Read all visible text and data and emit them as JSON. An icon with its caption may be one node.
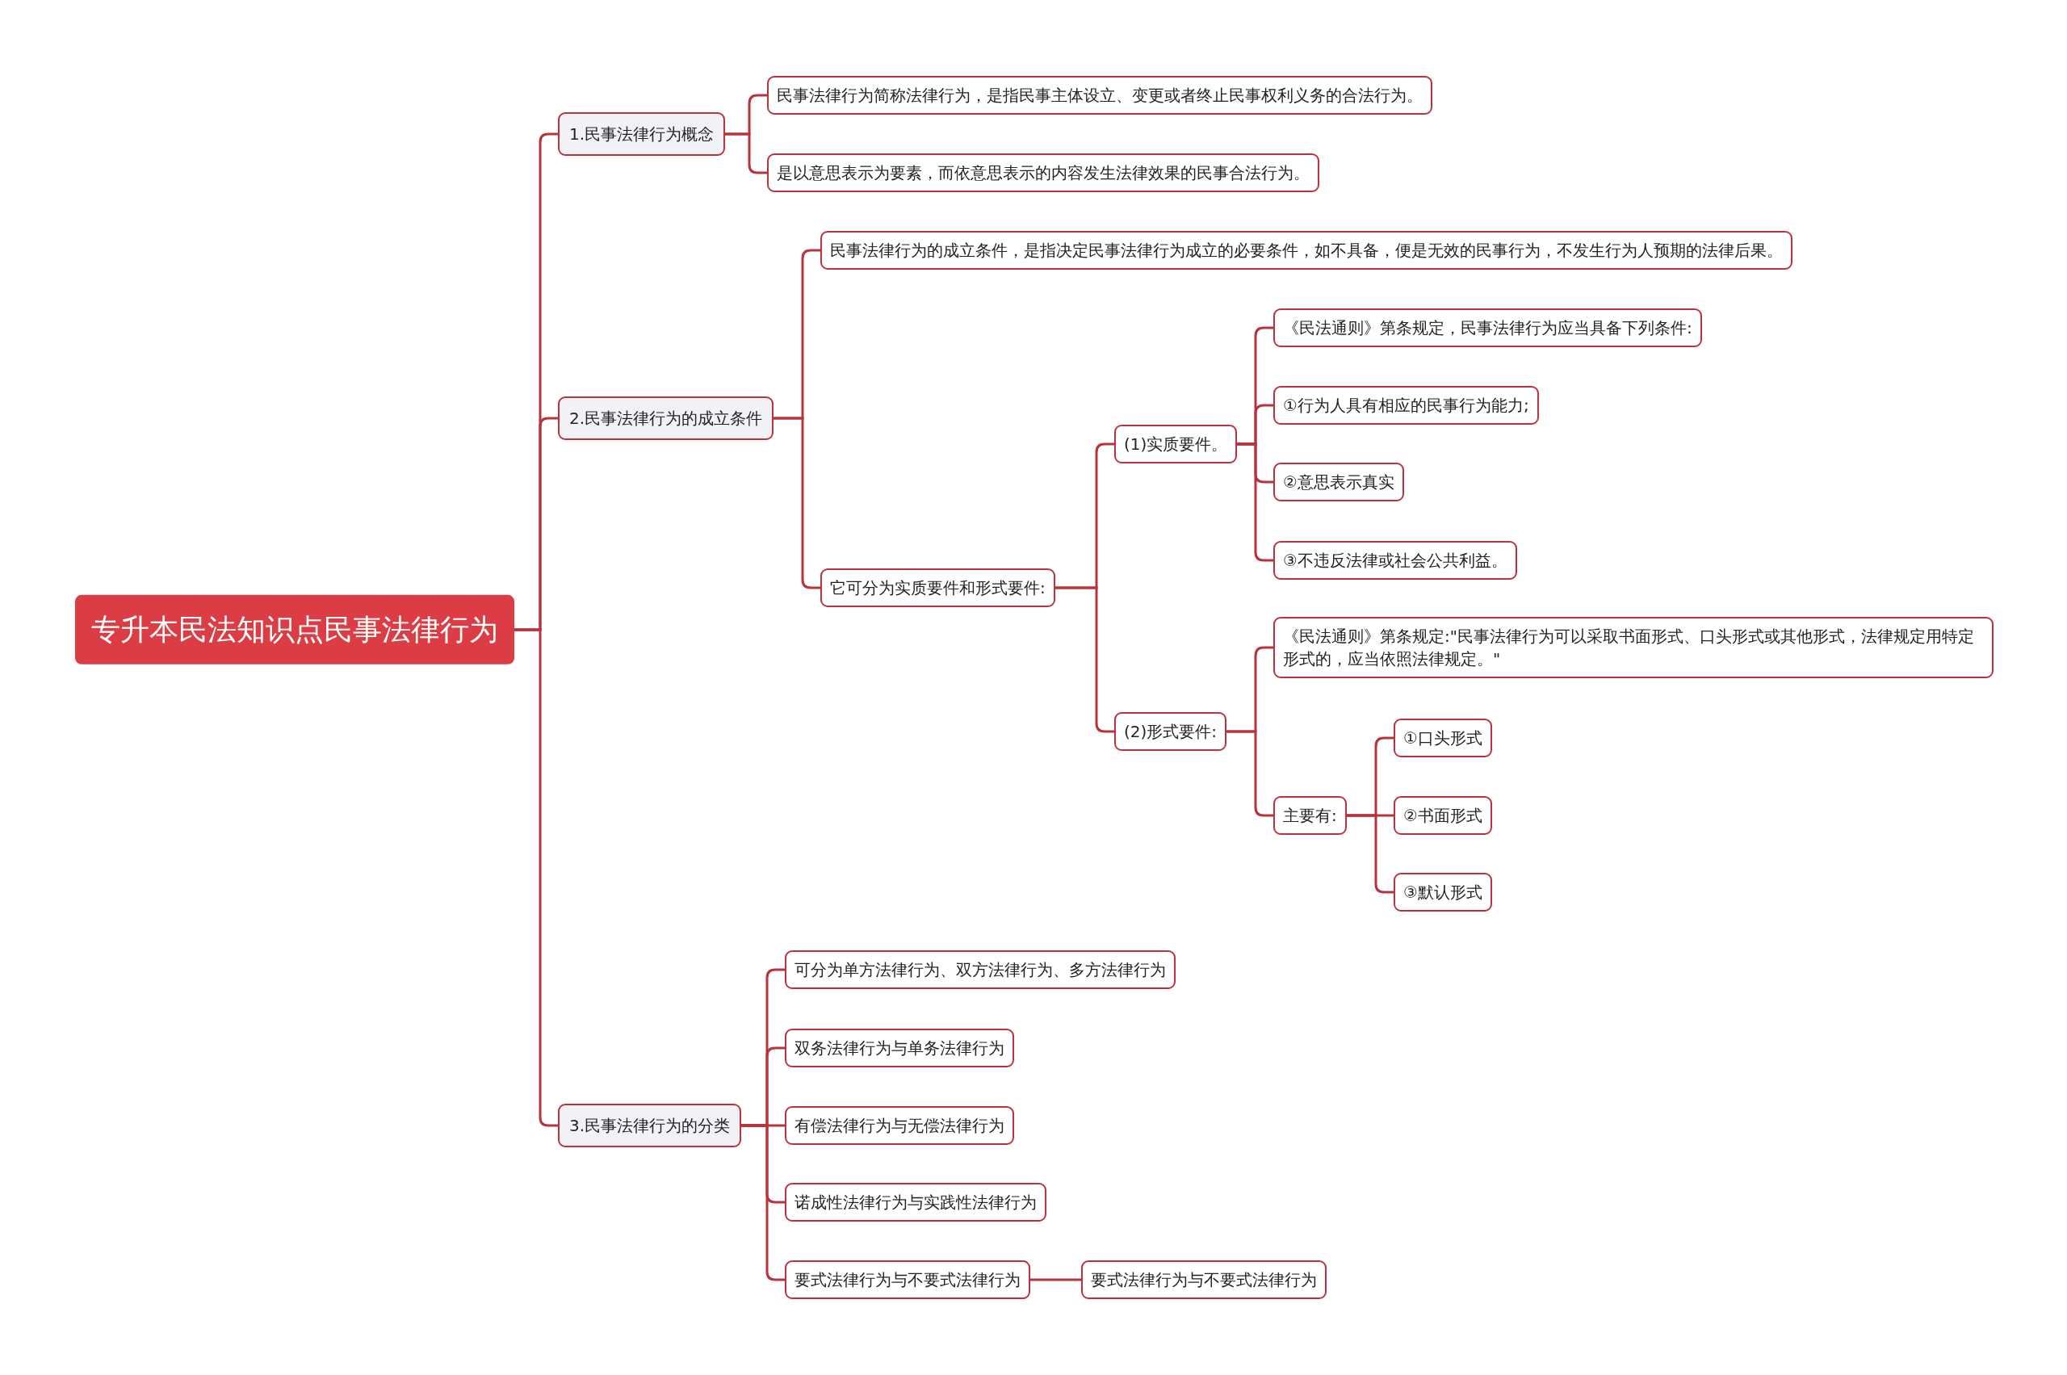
{
  "diagram": {
    "nodes": [
      {
        "text": [
          "专升本民法知识点民事法律行为"
        ]
      },
      {
        "text": [
          "1.民事法律行为概念"
        ]
      },
      {
        "text": [
          "民事法律行为简称法律行为，是指民事主体设立、变更或者终止民事权利义务的合法行为。"
        ]
      },
      {
        "text": [
          "是以意思表示为要素，而依意思表示的内容发生法律效果的民事合法行为。"
        ]
      },
      {
        "text": [
          "2.民事法律行为的成立条件"
        ]
      },
      {
        "text": [
          "民事法律行为的成立条件，是指决定民事法律行为成立的必要条件，如不具备，便是无效的民事行为，不发生行为人预期的法律后果。"
        ]
      },
      {
        "text": [
          "它可分为实质要件和形式要件:"
        ]
      },
      {
        "text": [
          "(1)实质要件。"
        ]
      },
      {
        "text": [
          "《民法通则》第条规定，民事法律行为应当具备下列条件:"
        ]
      },
      {
        "text": [
          "①行为人具有相应的民事行为能力;"
        ]
      },
      {
        "text": [
          "②意思表示真实"
        ]
      },
      {
        "text": [
          "③不违反法律或社会公共利益。"
        ]
      },
      {
        "text": [
          "(2)形式要件:"
        ]
      },
      {
        "text": [
          "《民法通则》第条规定:\"民事法律行为可以采取书面形式、口头形式或其他形式，法律规定用特定形式的，应当依照法律规定。\""
        ]
      },
      {
        "text": [
          "主要有:"
        ]
      },
      {
        "text": [
          "①口头形式"
        ]
      },
      {
        "text": [
          "②书面形式"
        ]
      },
      {
        "text": [
          "③默认形式"
        ]
      },
      {
        "text": [
          "3.民事法律行为的分类"
        ]
      },
      {
        "text": [
          "可分为单方法律行为、双方法律行为、多方法律行为"
        ]
      },
      {
        "text": [
          "双务法律行为与单务法律行为"
        ]
      },
      {
        "text": [
          "有偿法律行为与无偿法律行为"
        ]
      },
      {
        "text": [
          "诺成性法律行为与实践性法律行为"
        ]
      },
      {
        "text": [
          "要式法律行为与不要式法律行为"
        ]
      },
      {
        "text": [
          "要式法律行为与不要式法律行为"
        ]
      }
    ],
    "edges": [
      {
        "from": 0,
        "to": 1,
        "arrow": "none"
      },
      {
        "from": 0,
        "to": 4,
        "arrow": "none"
      },
      {
        "from": 0,
        "to": 18,
        "arrow": "none"
      },
      {
        "from": 1,
        "to": 2,
        "arrow": "none"
      },
      {
        "from": 1,
        "to": 3,
        "arrow": "none"
      },
      {
        "from": 4,
        "to": 5,
        "arrow": "none"
      },
      {
        "from": 4,
        "to": 6,
        "arrow": "none"
      },
      {
        "from": 6,
        "to": 7,
        "arrow": "none"
      },
      {
        "from": 6,
        "to": 12,
        "arrow": "none"
      },
      {
        "from": 7,
        "to": 8,
        "arrow": "none"
      },
      {
        "from": 7,
        "to": 9,
        "arrow": "none"
      },
      {
        "from": 7,
        "to": 10,
        "arrow": "none"
      },
      {
        "from": 7,
        "to": 11,
        "arrow": "none"
      },
      {
        "from": 12,
        "to": 13,
        "arrow": "none"
      },
      {
        "from": 12,
        "to": 14,
        "arrow": "none"
      },
      {
        "from": 14,
        "to": 15,
        "arrow": "none"
      },
      {
        "from": 14,
        "to": 16,
        "arrow": "none"
      },
      {
        "from": 14,
        "to": 17,
        "arrow": "none"
      },
      {
        "from": 18,
        "to": 19,
        "arrow": "none"
      },
      {
        "from": 18,
        "to": 20,
        "arrow": "none"
      },
      {
        "from": 18,
        "to": 21,
        "arrow": "none"
      },
      {
        "from": 18,
        "to": 22,
        "arrow": "none"
      },
      {
        "from": 18,
        "to": 23,
        "arrow": "none"
      },
      {
        "from": 23,
        "to": 24,
        "arrow": "none"
      }
    ]
  }
}
